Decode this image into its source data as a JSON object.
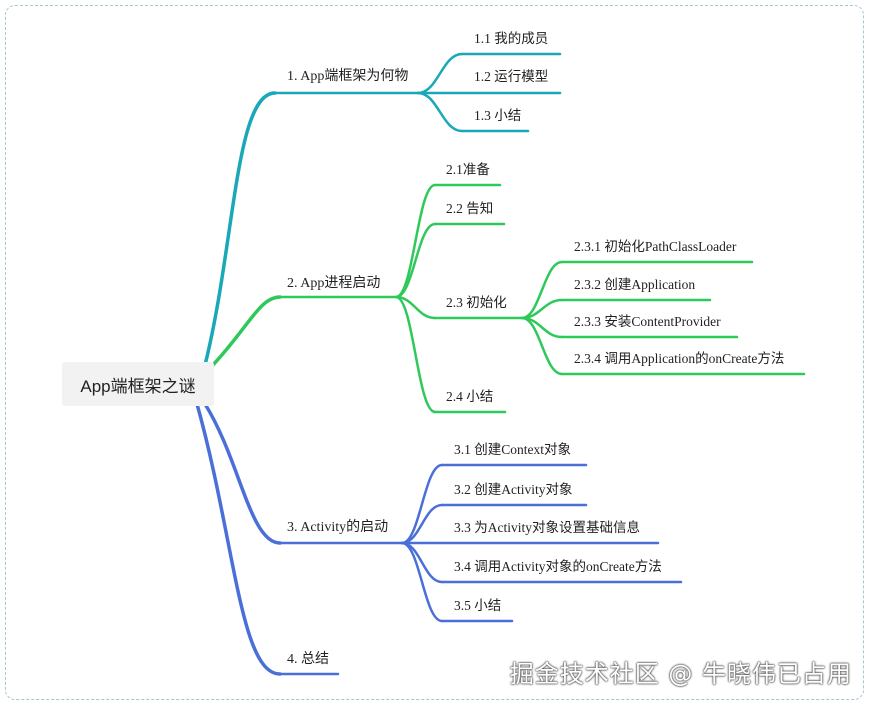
{
  "root": {
    "label": "App端框架之谜"
  },
  "colors": {
    "branch1": "#1aa8b8",
    "branch2": "#2ec95a",
    "branch3": "#4a6fd8",
    "frame": "#9fc9d3"
  },
  "branches": [
    {
      "label": "1. App端框架为何物",
      "children": [
        {
          "label": "1.1 我的成员"
        },
        {
          "label": "1.2 运行模型"
        },
        {
          "label": "1.3 小结"
        }
      ]
    },
    {
      "label": "2. App进程启动",
      "children": [
        {
          "label": "2.1准备"
        },
        {
          "label": "2.2 告知"
        },
        {
          "label": "2.3 初始化",
          "children": [
            {
              "label": "2.3.1 初始化PathClassLoader"
            },
            {
              "label": "2.3.2 创建Application"
            },
            {
              "label": "2.3.3 安装ContentProvider"
            },
            {
              "label": "2.3.4 调用Application的onCreate方法"
            }
          ]
        },
        {
          "label": "2.4 小结"
        }
      ]
    },
    {
      "label": "3. Activity的启动",
      "children": [
        {
          "label": "3.1 创建Context对象"
        },
        {
          "label": "3.2 创建Activity对象"
        },
        {
          "label": "3.3 为Activity对象设置基础信息"
        },
        {
          "label": "3.4 调用Activity对象的onCreate方法"
        },
        {
          "label": "3.5 小结"
        }
      ]
    },
    {
      "label": "4. 总结"
    }
  ],
  "watermark": "掘金技术社区 @ 牛晓伟已占用"
}
